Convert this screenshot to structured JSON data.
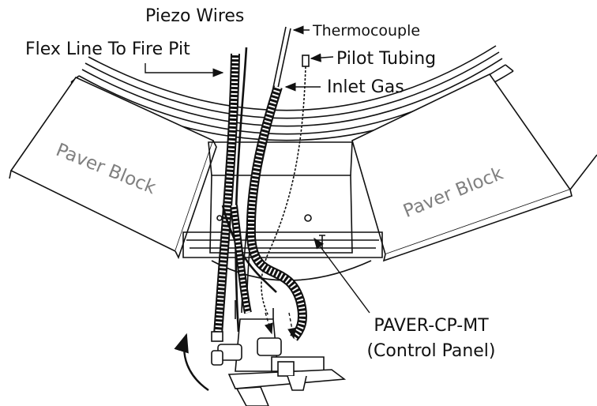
{
  "labels": {
    "piezo_wires": "Piezo Wires",
    "thermocouple": "Thermocouple",
    "flex_line": "Flex Line To Fire Pit",
    "pilot_tubing": "Pilot Tubing",
    "inlet_gas": "Inlet Gas",
    "paver_left": "Paver Block",
    "paver_right": "Paver Block",
    "control_panel_model": "PAVER-CP-MT",
    "control_panel_desc": "(Control Panel)"
  },
  "colors": {
    "line": "#111111",
    "paver_text": "#808080",
    "background": "#ffffff"
  }
}
